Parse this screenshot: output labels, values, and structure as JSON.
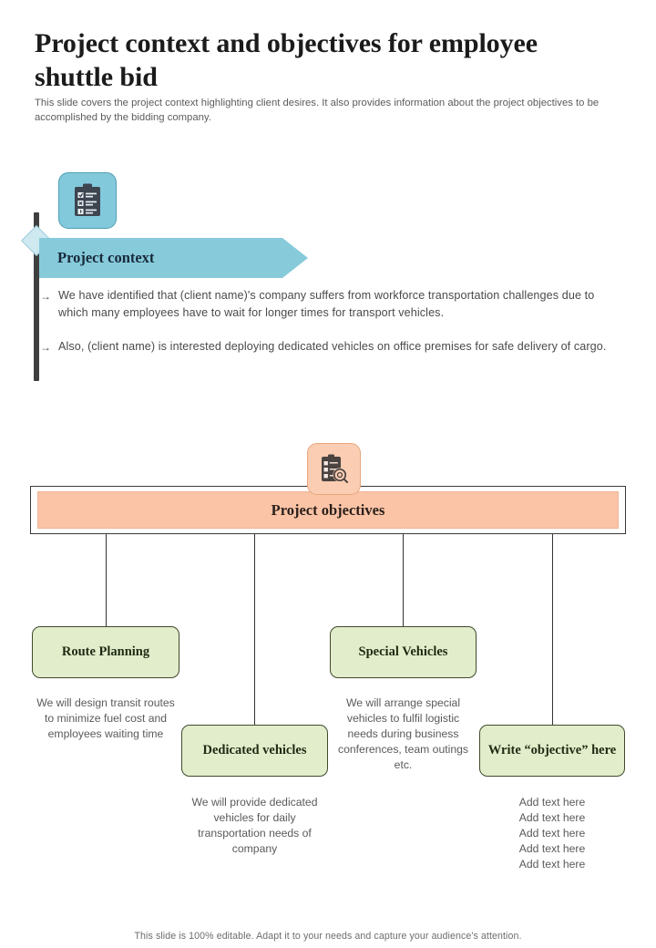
{
  "header": {
    "title": "Project context and objectives for employee shuttle bid",
    "subtitle": "This slide covers the project context highlighting client desires. It also provides information about the project objectives to be accomplished by the bidding company."
  },
  "context": {
    "banner_label": "Project context",
    "icon": "clipboard-checklist-icon",
    "bullet_marker": "→",
    "bullets": [
      "We have identified that (client name)'s company suffers from workforce transportation challenges due to which many employees have to wait for longer times for transport vehicles.",
      "Also, (client name) is interested deploying dedicated vehicles on office premises for safe delivery of cargo."
    ]
  },
  "objectives": {
    "bar_label": "Project objectives",
    "icon": "clipboard-search-icon",
    "items": [
      {
        "label": "Route Planning",
        "description": "We will design transit routes to minimize fuel cost and employees waiting time"
      },
      {
        "label": "Dedicated vehicles",
        "description": "We will provide dedicated vehicles for daily transportation needs of company"
      },
      {
        "label": "Special Vehicles",
        "description": "We will arrange special vehicles to fulfil logistic needs during business conferences, team outings etc."
      },
      {
        "label": "Write “objective” here",
        "description": "Add text here\nAdd text here\nAdd text here\nAdd text here\nAdd text here"
      }
    ]
  },
  "footer": {
    "note": "This slide is 100% editable. Adapt it to your needs and capture your audience's attention."
  },
  "colors": {
    "context_accent": "#87cbdb",
    "objectives_accent": "#fbc4a6",
    "card_fill": "#e2eecb",
    "card_border": "#3f4a2c",
    "rail": "#3f3f3f",
    "text_body": "#4a4a4a"
  }
}
